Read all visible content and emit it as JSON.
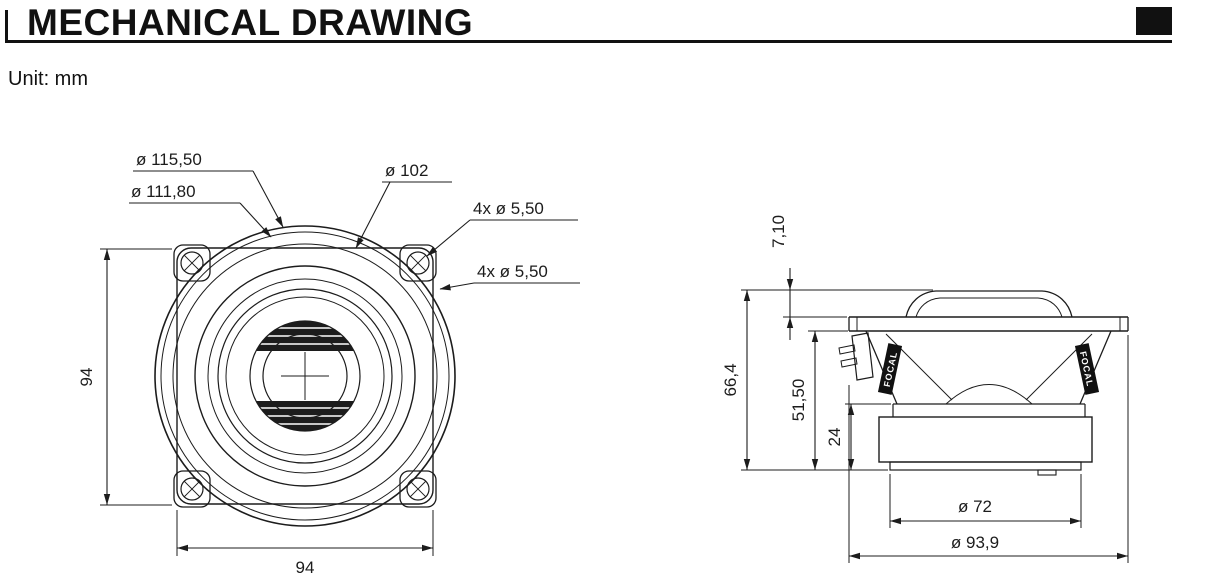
{
  "header": {
    "title": "MECHANICAL DRAWING",
    "unit": "Unit: mm"
  },
  "front_view": {
    "labels": {
      "outer_diameter": "ø  115,50",
      "gasket_diameter": "ø  111,80",
      "cutout_diameter": "ø  102",
      "holes_top": "4x   ø  5,50",
      "holes_side": "4x   ø  5,50",
      "height": "94",
      "width": "94"
    }
  },
  "side_view": {
    "labels": {
      "protrusion_depth": "7,10",
      "total_depth": "66,4",
      "mounting_depth": "51,50",
      "magnet_height": "24",
      "magnet_diameter": "ø  72",
      "overall_diameter": "ø  93,9"
    },
    "brand": "FOCAL"
  },
  "colors": {
    "line": "#1c1c1c",
    "background": "#ffffff"
  }
}
